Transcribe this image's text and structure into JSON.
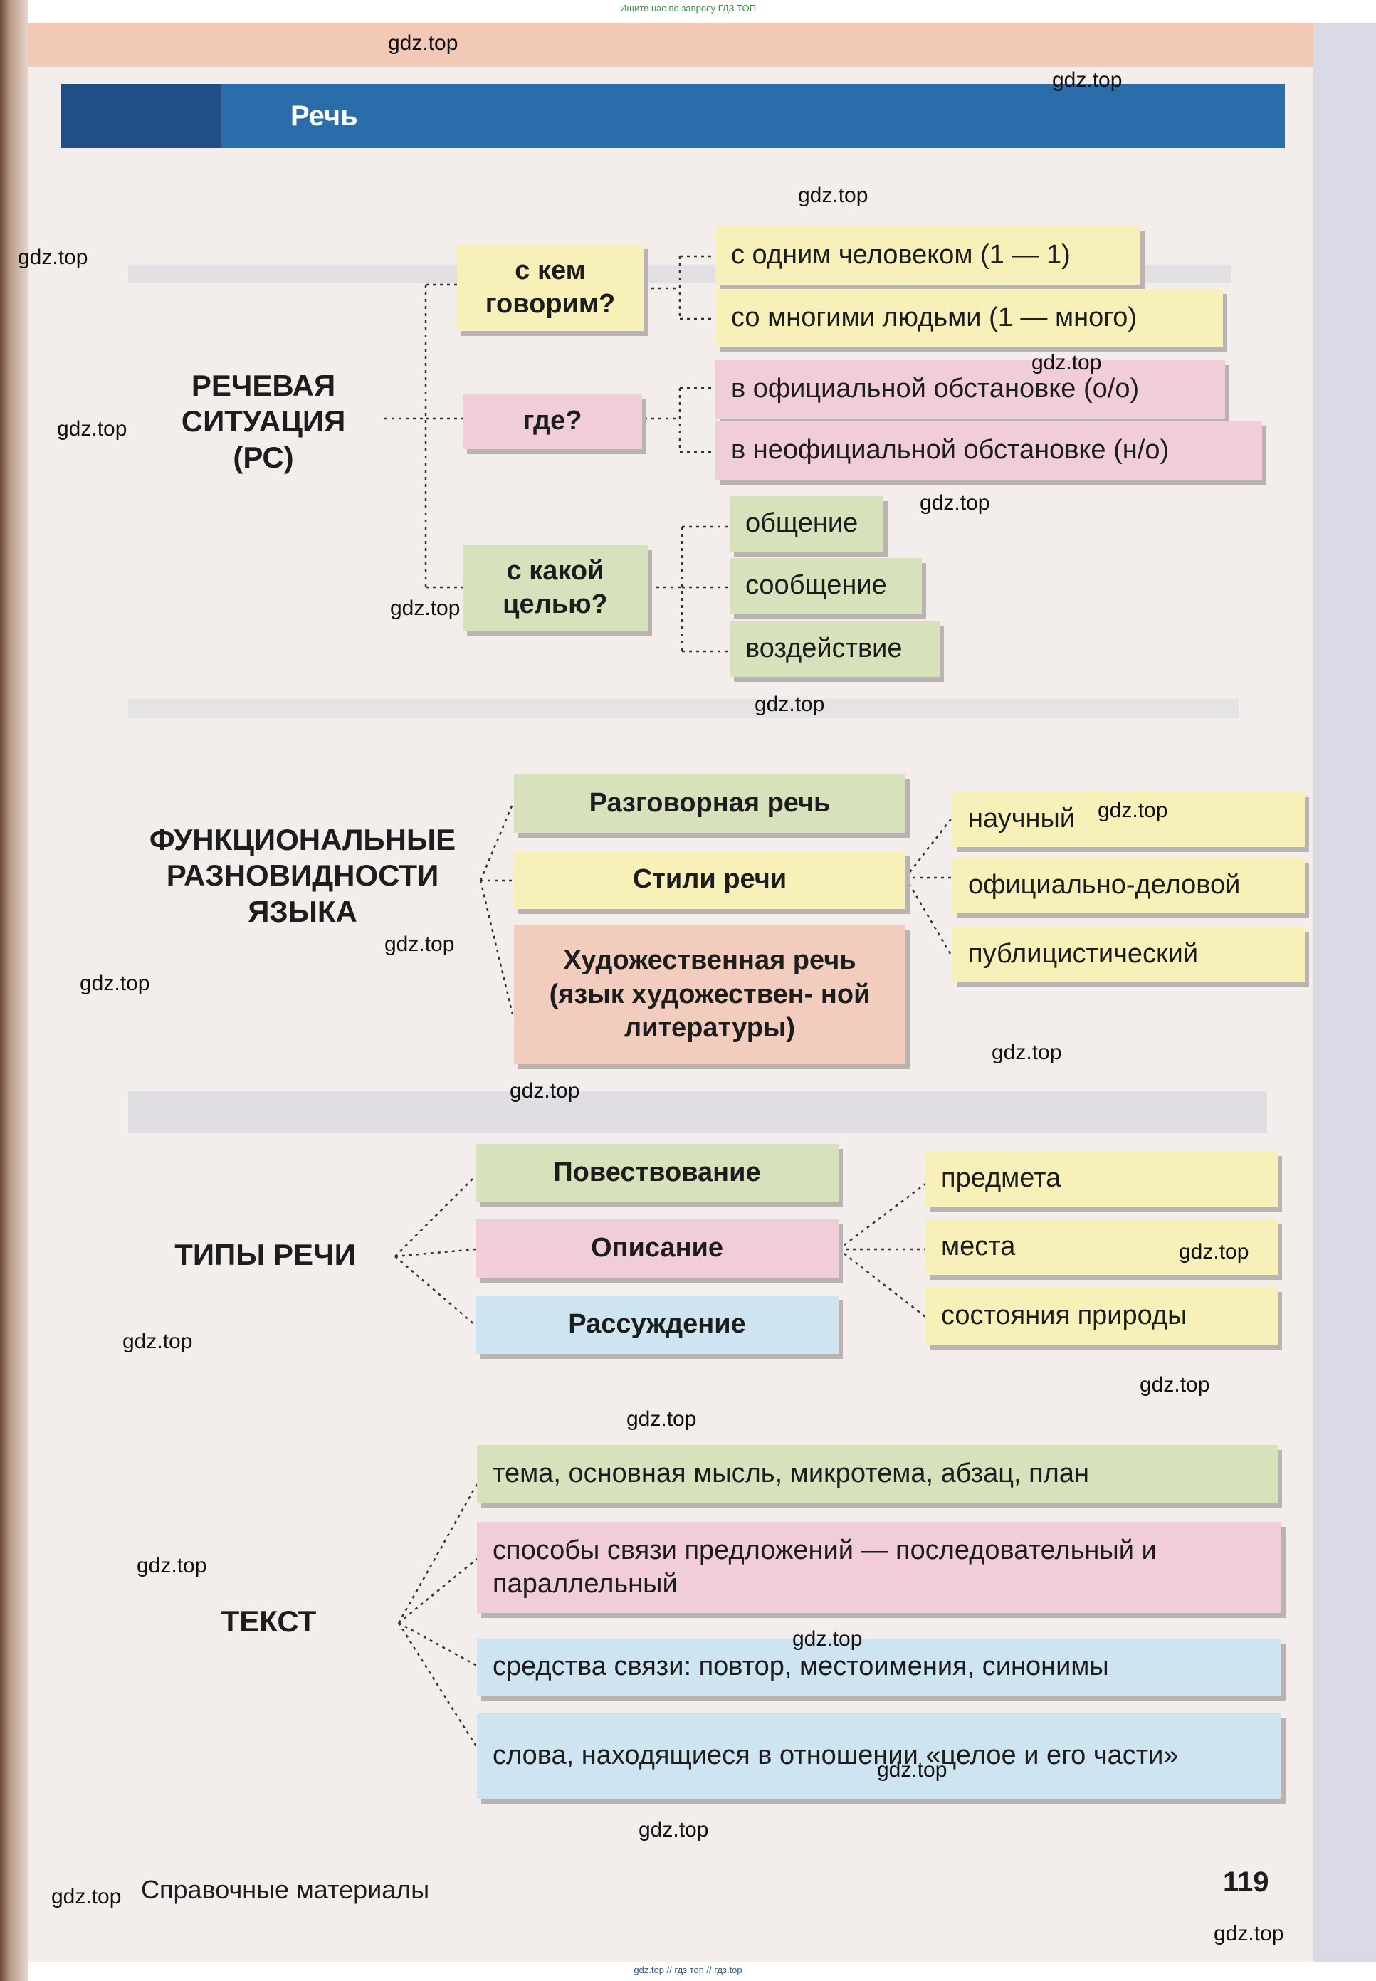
{
  "header": {
    "title": "Речь"
  },
  "top_note": "Ищите нас по запросу ГДЗ ТОП",
  "sections": {
    "speech_situation": {
      "label": "РЕЧЕВАЯ СИТУАЦИЯ (РС)",
      "questions": [
        {
          "q": "с кем говорим?",
          "answers": [
            "с одним человеком (1 — 1)",
            "со многими людьми (1 — много)"
          ]
        },
        {
          "q": "где?",
          "answers": [
            "в официальной обстановке (о/о)",
            "в неофициальной обстановке (н/о)"
          ]
        },
        {
          "q": "с какой целью?",
          "answers": [
            "общение",
            "сообщение",
            "воздействие"
          ]
        }
      ]
    },
    "functional": {
      "label": "ФУНКЦИОНАЛЬНЫЕ РАЗНОВИДНОСТИ ЯЗЫКА",
      "items": [
        "Разговорная речь",
        "Стили речи",
        "Художественная речь (язык художествен- ной литературы)"
      ],
      "styles": [
        "научный",
        "официально-деловой",
        "публицистический"
      ]
    },
    "speech_types": {
      "label": "ТИПЫ РЕЧИ",
      "items": [
        "Повествование",
        "Описание",
        "Рассуждение"
      ],
      "description_of": [
        "предмета",
        "места",
        "состояния природы"
      ]
    },
    "text": {
      "label": "ТЕКСТ",
      "items": [
        "тема, основная мысль, микротема, абзац, план",
        "способы связи предложений — последовательный и параллельный",
        "средства связи: повтор, местоимения, синонимы",
        "слова, находящиеся в отношении «целое и его части»"
      ]
    }
  },
  "footer": {
    "left": "Справочные материалы",
    "page": "119"
  },
  "bottom_note": "gdz.top // гдз топ // гдз.top",
  "watermark": "gdz.top"
}
